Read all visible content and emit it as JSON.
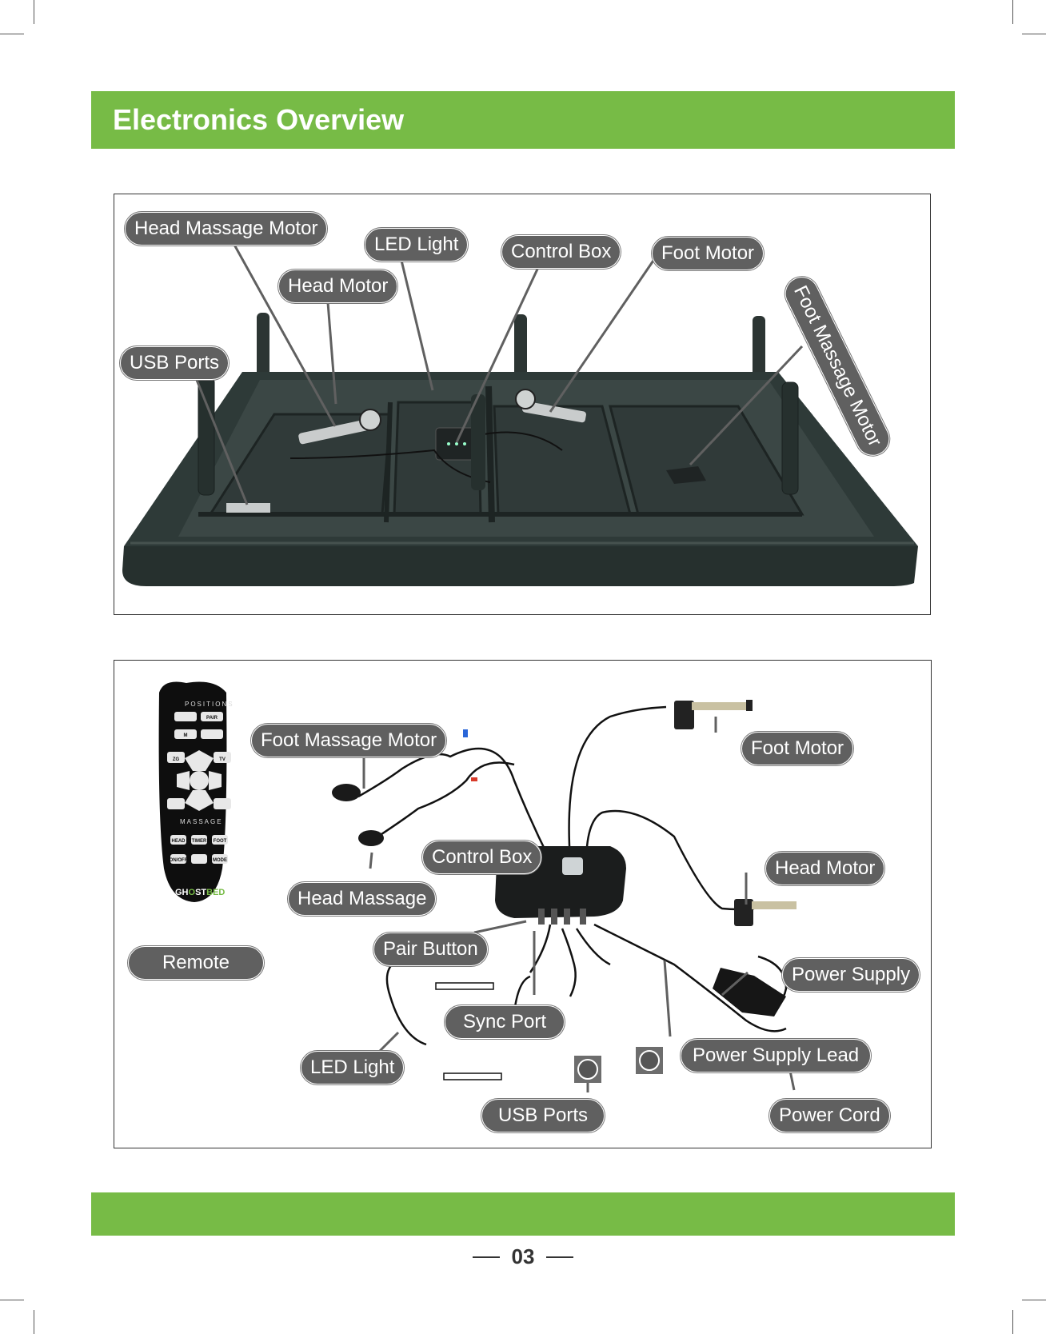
{
  "header": {
    "title": "Electronics Overview"
  },
  "bed_callouts": {
    "head_massage_motor": "Head Massage Motor",
    "led_light": "LED Light",
    "control_box": "Control Box",
    "foot_motor": "Foot Motor",
    "head_motor": "Head Motor",
    "usb_ports": "USB Ports",
    "foot_massage_motor": "Foot Massage Motor"
  },
  "component_callouts": {
    "foot_massage_motor": "Foot Massage Motor",
    "foot_motor": "Foot Motor",
    "control_box": "Control Box",
    "head_motor": "Head Motor",
    "head_massage": "Head Massage",
    "pair_button": "Pair Button",
    "remote": "Remote",
    "power_supply": "Power Supply",
    "sync_port": "Sync Port",
    "led_light": "LED Light",
    "power_supply_lead": "Power Supply Lead",
    "usb_ports": "USB Ports",
    "power_cord": "Power Cord"
  },
  "remote": {
    "positions_label": "POSITIONS",
    "massage_label": "MASSAGE",
    "brand_ghost": "GH",
    "brand_o": "O",
    "brand_st": "ST",
    "brand_bed": "BED",
    "buttons": [
      "PAIR",
      "M",
      "ZG",
      "TV",
      "HEAD",
      "TIMER",
      "FOOT",
      "ON/OFF",
      "MODE"
    ]
  },
  "colors": {
    "accent_green": "#77bb46",
    "pill_gray": "#606060",
    "bed_dark": "#2a3634"
  },
  "footer": {
    "page_number": "03"
  }
}
